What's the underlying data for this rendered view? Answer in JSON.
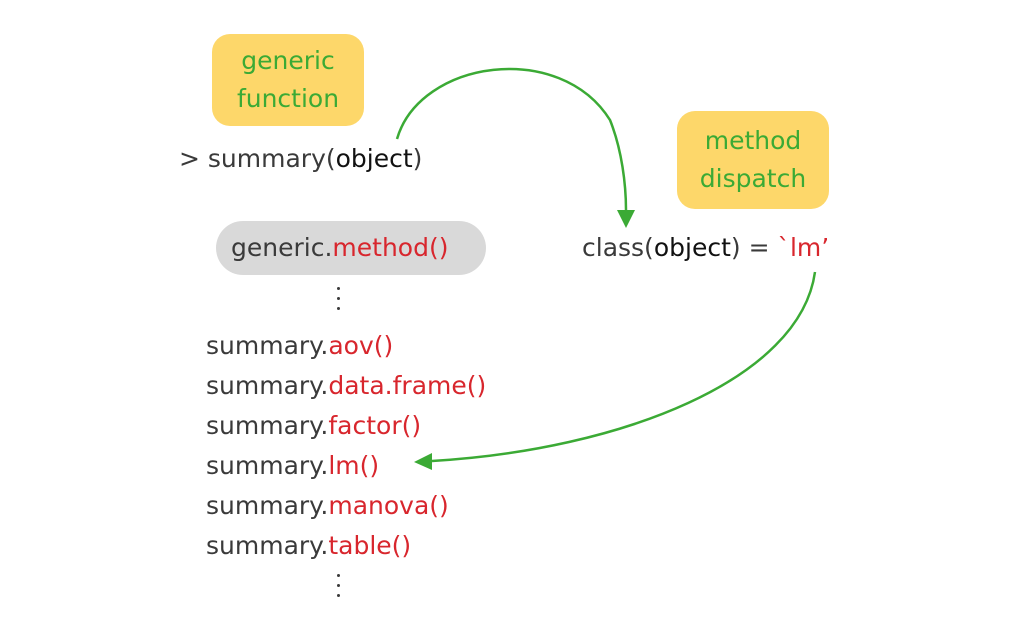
{
  "labels": {
    "generic_line1": "generic",
    "generic_line2": "function",
    "dispatch_line1": "method",
    "dispatch_line2": "dispatch"
  },
  "call": {
    "prompt": "> summary(",
    "argument": "object",
    "close": ")"
  },
  "pattern": {
    "prefix": "generic.",
    "suffix": "method()"
  },
  "class_line": {
    "prefix": "class(",
    "argument": "object",
    "middle": ") = ",
    "value": "`lm’"
  },
  "methods": [
    {
      "prefix": "summary.",
      "name": "aov()"
    },
    {
      "prefix": "summary.",
      "name": "data.frame()"
    },
    {
      "prefix": "summary.",
      "name": "factor()"
    },
    {
      "prefix": "summary.",
      "name": "lm()"
    },
    {
      "prefix": "summary.",
      "name": "manova()"
    },
    {
      "prefix": "summary.",
      "name": "table()"
    }
  ],
  "colors": {
    "highlight_box": "#FDD76A",
    "label_text": "#3BAA35",
    "arrow": "#3BAA35",
    "method_name": "#D8262D",
    "pill": "#D9D9D9"
  }
}
